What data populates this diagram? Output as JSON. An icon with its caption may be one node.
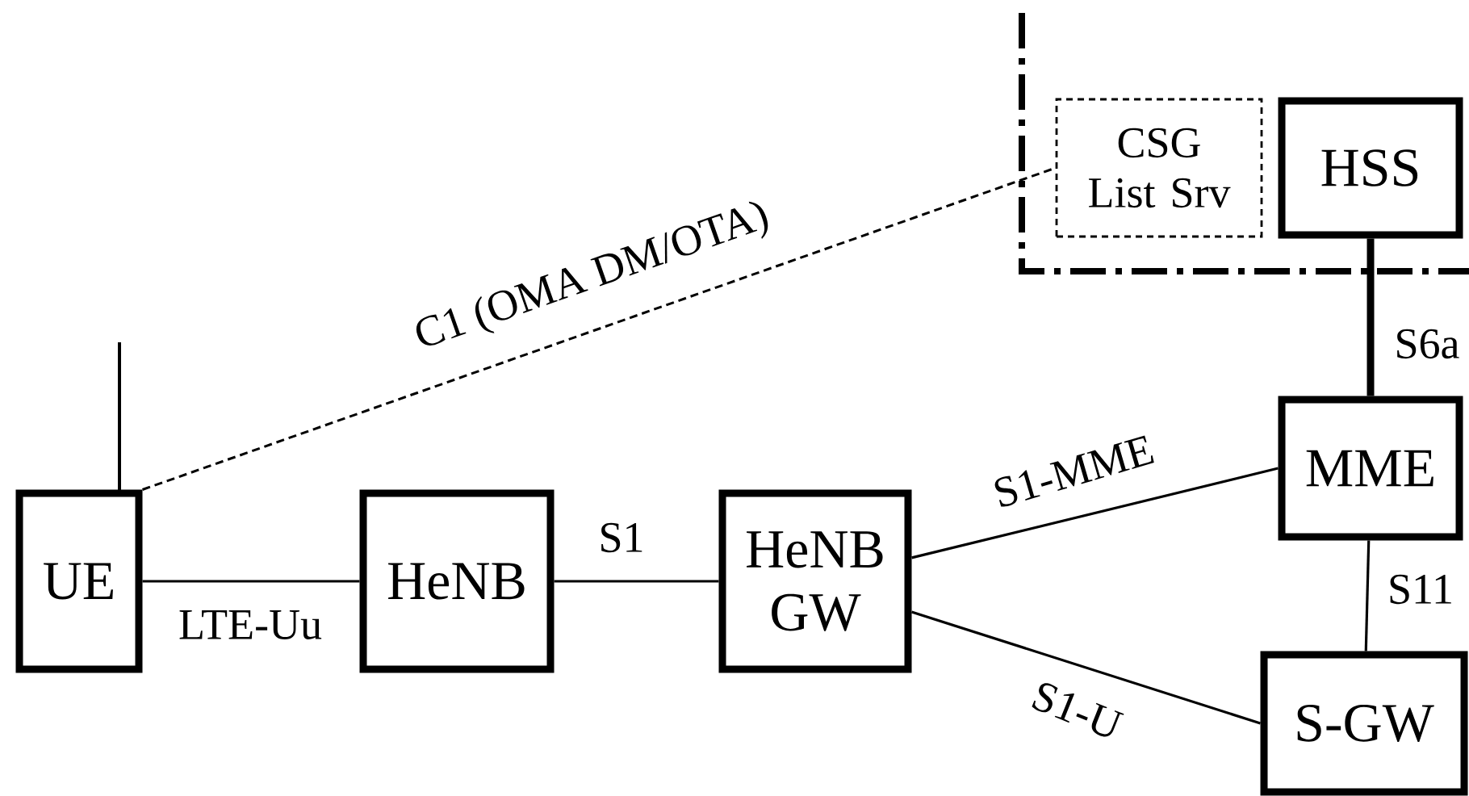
{
  "diagram": {
    "nodes": [
      {
        "text": [
          "UE"
        ]
      },
      {
        "text": [
          "HeNB"
        ]
      },
      {
        "text": [
          "HeNB GW"
        ]
      },
      {
        "text": [
          "CSG List Srv"
        ]
      },
      {
        "text": [
          "HSS"
        ]
      },
      {
        "text": [
          "MME"
        ]
      },
      {
        "text": [
          "S-GW"
        ]
      }
    ],
    "edges": [
      {
        "from": 0,
        "to": 1,
        "arrow": "none",
        "label": "LTE-Uu"
      },
      {
        "from": 1,
        "to": 2,
        "arrow": "none",
        "label": "S1"
      },
      {
        "from": 0,
        "to": 3,
        "arrow": "none",
        "label": "C1  (OMA DM/OTA)",
        "style": "dashed"
      },
      {
        "from": 2,
        "to": 5,
        "arrow": "none",
        "label": "S1-MME"
      },
      {
        "from": 2,
        "to": 6,
        "arrow": "none",
        "label": "S1-U"
      },
      {
        "from": 4,
        "to": 5,
        "arrow": "none",
        "label": "S6a",
        "style": "thick"
      },
      {
        "from": 5,
        "to": 6,
        "arrow": "none",
        "label": "S11"
      }
    ]
  }
}
